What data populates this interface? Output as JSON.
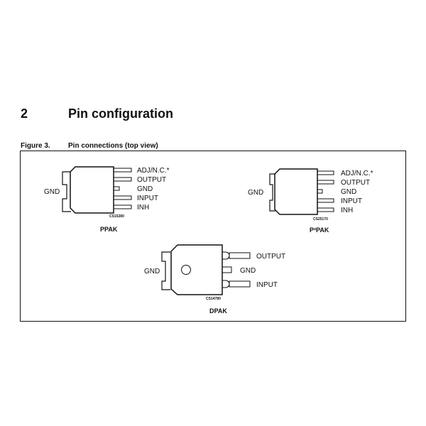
{
  "section": {
    "number": "2",
    "title": "Pin configuration"
  },
  "figure": {
    "label": "Figure 3.",
    "caption": "Pin connections (top view)"
  },
  "packages": [
    {
      "name": "PPAK",
      "code": "CS15280",
      "tab_label": "GND",
      "pins": [
        "ADJ/N.C.*",
        "OUTPUT",
        "GND",
        "INPUT",
        "INH"
      ]
    },
    {
      "name": "P²PAK",
      "code": "CS25170",
      "tab_label": "GND",
      "pins": [
        "ADJ/N.C.*",
        "OUTPUT",
        "GND",
        "INPUT",
        "INH"
      ]
    },
    {
      "name": "DPAK",
      "code": "CS14780",
      "tab_label": "GND",
      "pins": [
        "OUTPUT",
        "GND",
        "INPUT"
      ]
    }
  ]
}
